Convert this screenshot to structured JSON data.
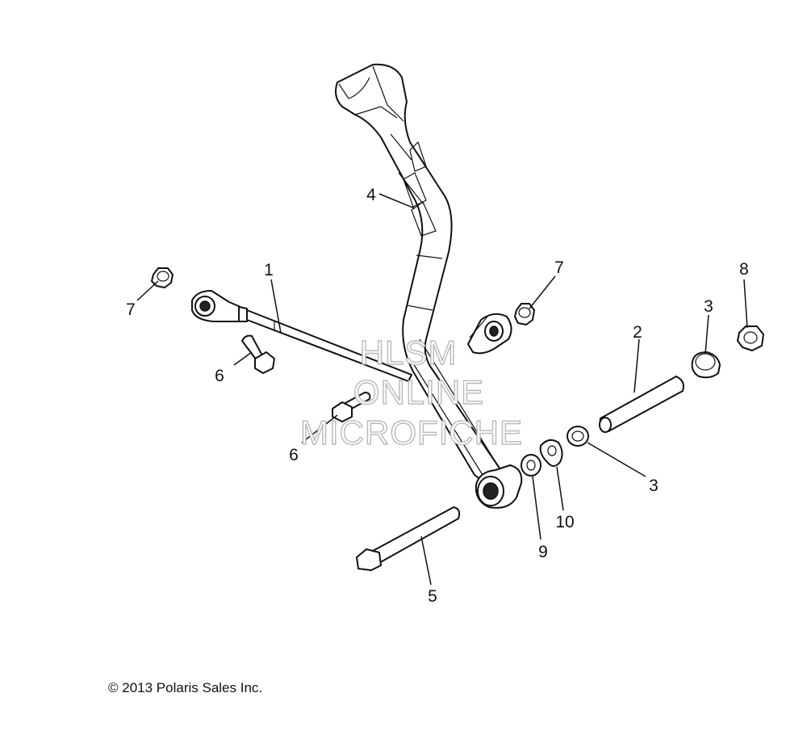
{
  "callouts": [
    {
      "label": "1"
    },
    {
      "label": "2"
    },
    {
      "label": "3"
    },
    {
      "label": "3"
    },
    {
      "label": "4"
    },
    {
      "label": "5"
    },
    {
      "label": "6"
    },
    {
      "label": "6"
    },
    {
      "label": "7"
    },
    {
      "label": "7"
    },
    {
      "label": "8"
    },
    {
      "label": "9"
    },
    {
      "label": "10"
    }
  ],
  "watermark": {
    "line1": "HLSM",
    "line2": "ONLINE",
    "line3": "MICROFICHE"
  },
  "copyright": "© 2013 Polaris Sales Inc."
}
